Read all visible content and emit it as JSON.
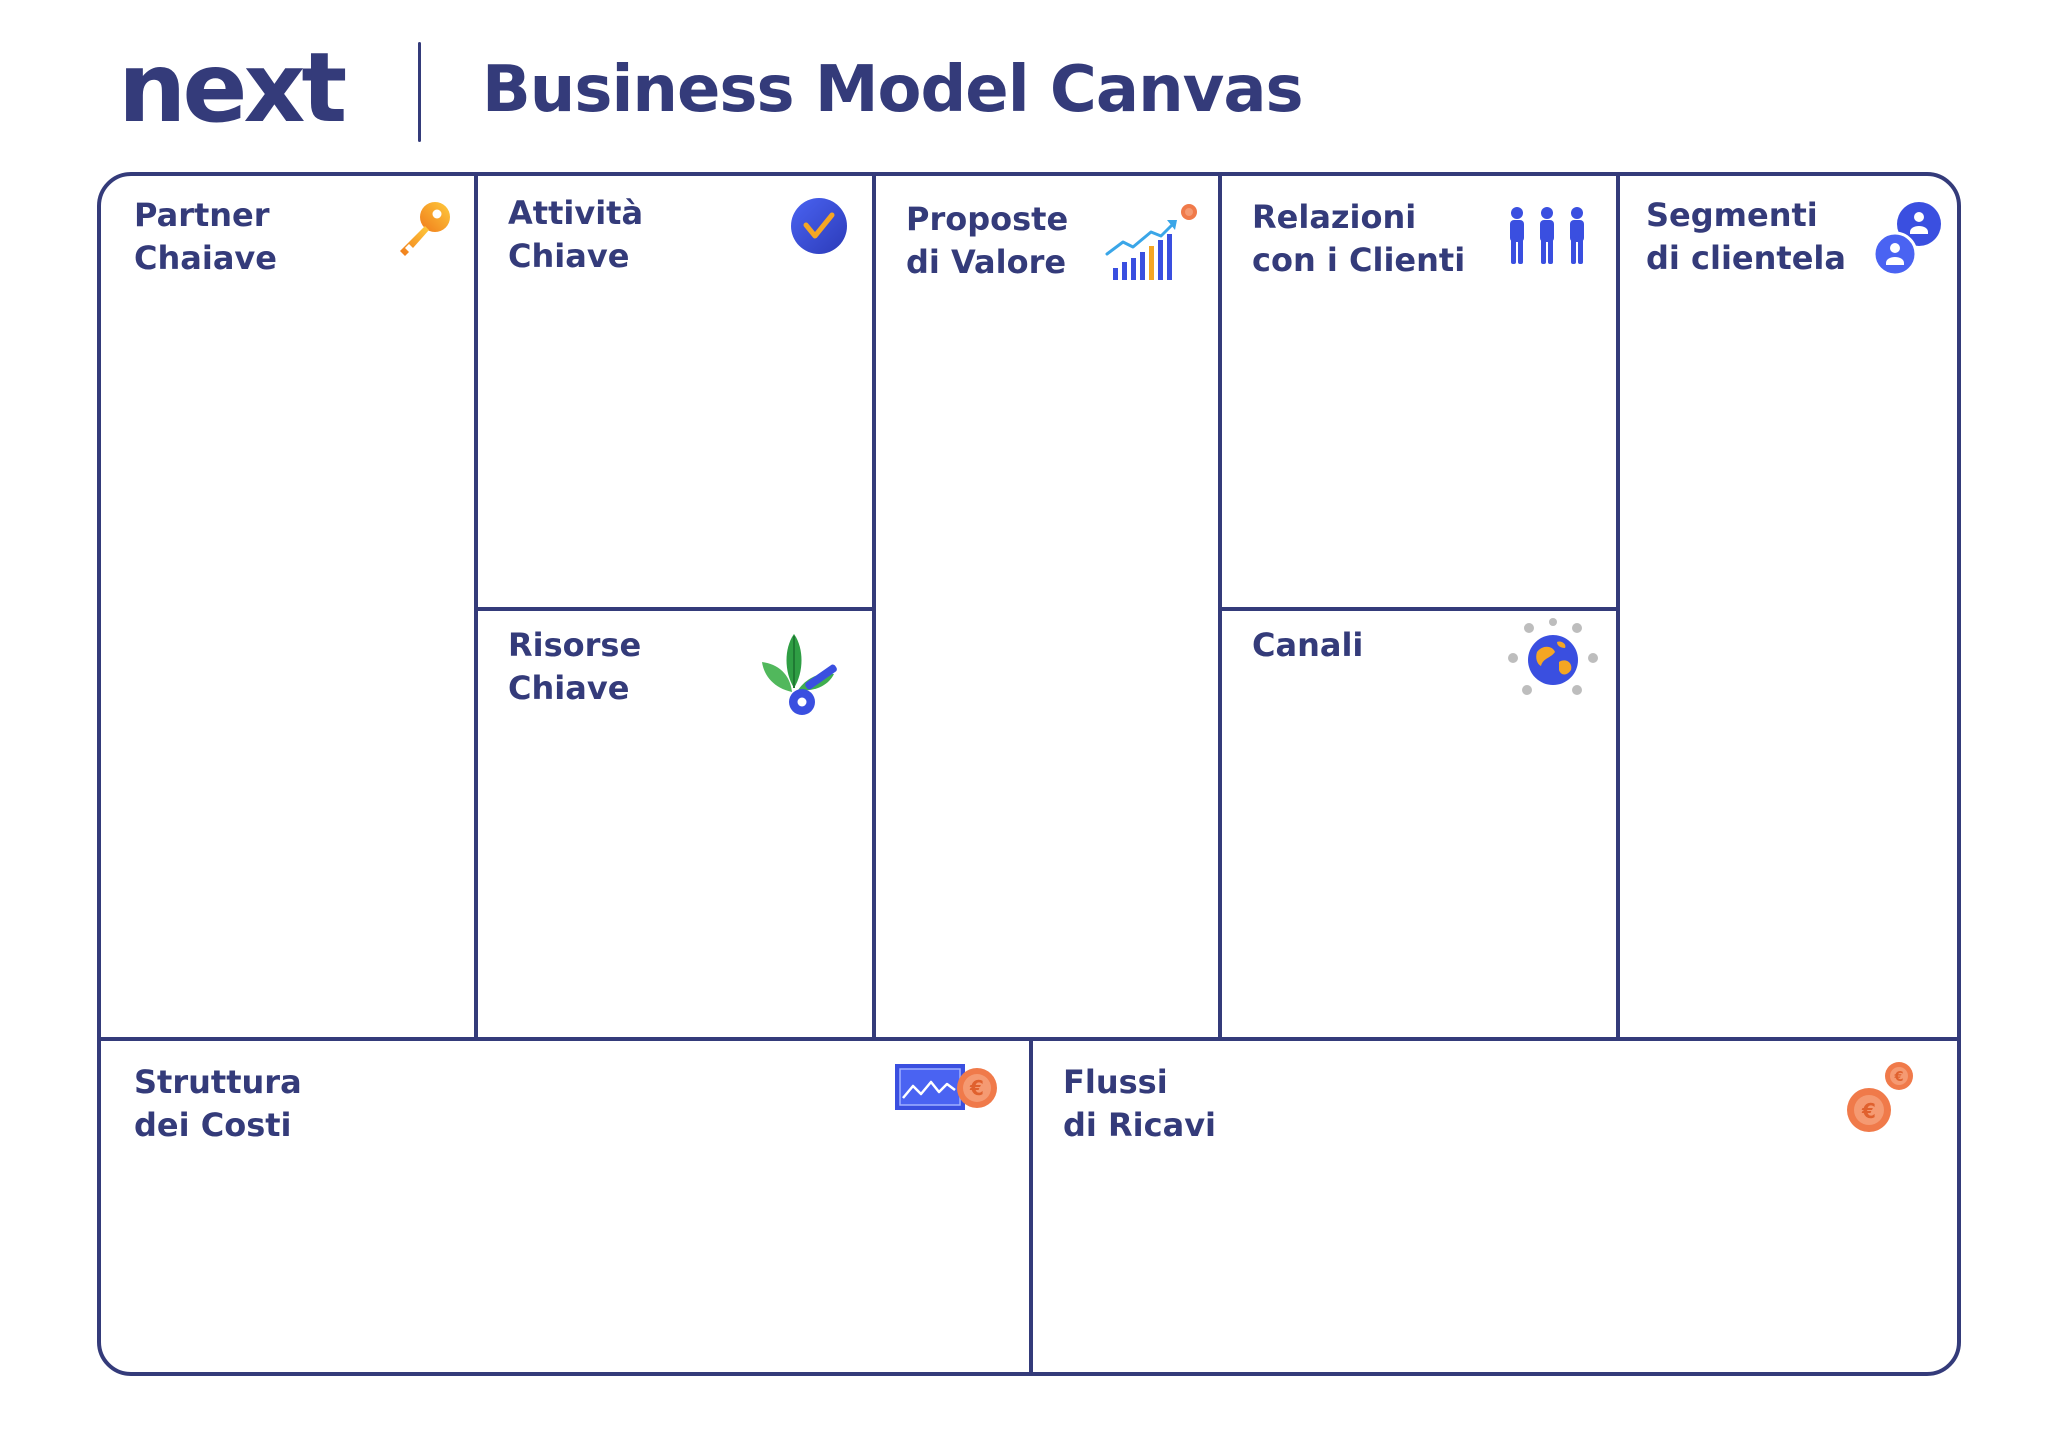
{
  "header": {
    "logo": "next",
    "title": "Business Model Canvas"
  },
  "blocks": {
    "key_partners": {
      "label": "Partner\nChaiave",
      "icon": "key-icon"
    },
    "key_activities": {
      "label": "Attività\nChiave",
      "icon": "check-circle-icon"
    },
    "key_resources": {
      "label": "Risorse\nChiave",
      "icon": "leaf-key-icon"
    },
    "value_propositions": {
      "label": "Proposte\ndi Valore",
      "icon": "growth-chart-icon"
    },
    "customer_relationships": {
      "label": "Relazioni\ncon i Clienti",
      "icon": "people-icon"
    },
    "channels": {
      "label": "Canali",
      "icon": "globe-icon"
    },
    "customer_segments": {
      "label": "Segmenti\ndi clientela",
      "icon": "users-icon"
    },
    "cost_structure": {
      "label": "Struttura\ndei Costi",
      "icon": "cost-chart-coin-icon"
    },
    "revenue_streams": {
      "label": "Flussi\ndi Ricavi",
      "icon": "coins-icon"
    }
  },
  "colors": {
    "navy": "#343b7a",
    "blue": "#3a4fe0",
    "orange": "#f5a623",
    "coral": "#f07a4a",
    "green": "#34a853"
  }
}
